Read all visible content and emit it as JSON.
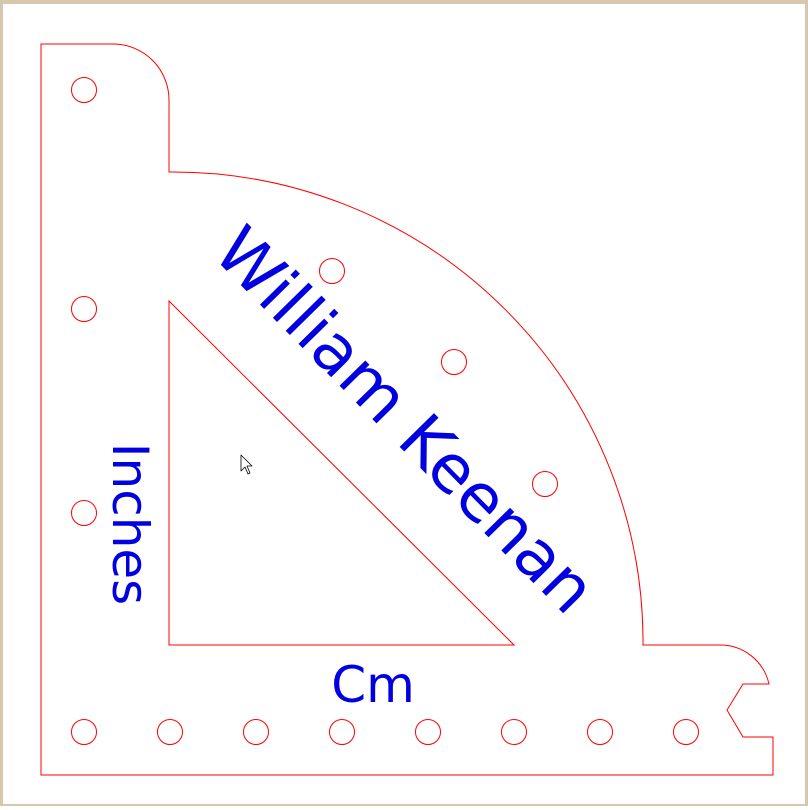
{
  "drawing": {
    "labels": {
      "name": "William Keenan",
      "vertical": "Inches",
      "horizontal": "Cm"
    },
    "colors": {
      "outline": "#ff0000",
      "text": "#0000e0",
      "frame": "#d6c7ad",
      "background": "#ffffff"
    },
    "icons": {
      "cursor": "arrow-cursor-icon"
    }
  }
}
